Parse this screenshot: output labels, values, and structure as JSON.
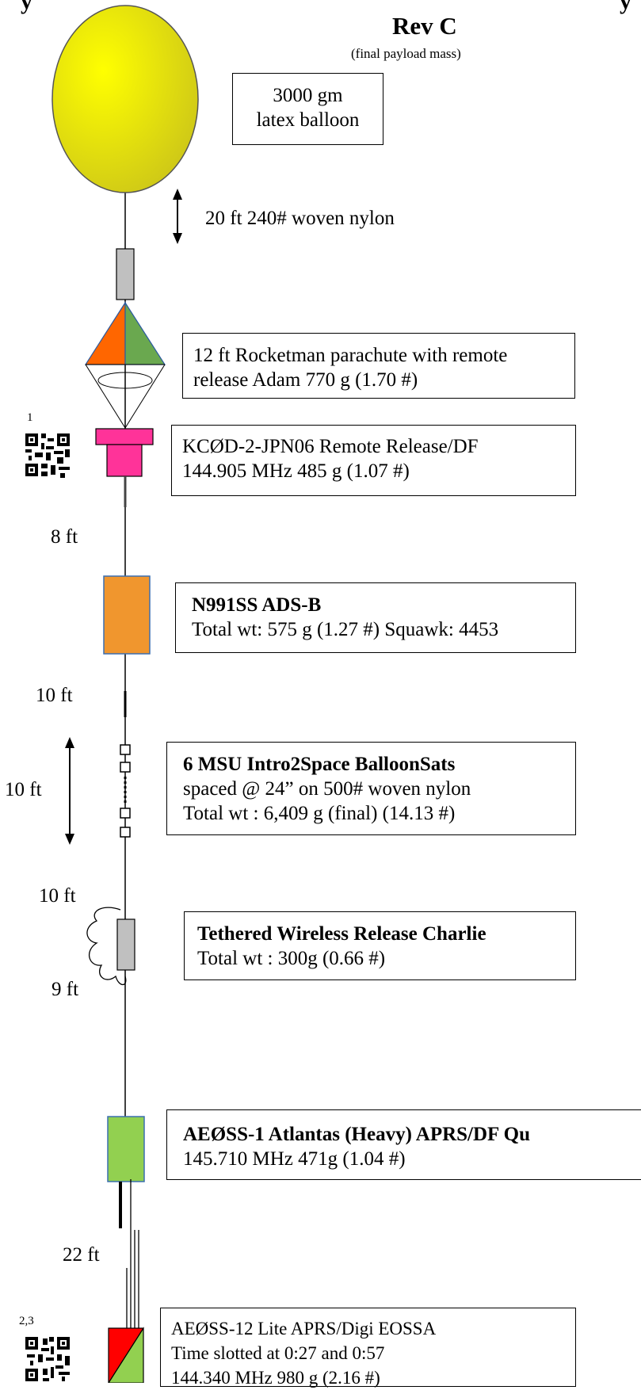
{
  "header": {
    "top_fragment_left": "y",
    "top_fragment_right": "y",
    "rev": "Rev C",
    "rev_note": "(final payload mass)"
  },
  "balloon": {
    "line1": "3000 gm",
    "line2": "latex balloon",
    "color": "#e6e01a"
  },
  "tether_label": "20 ft 240# woven nylon",
  "parachute": {
    "line1": "12 ft Rocketman parachute with remote",
    "line2": "release Adam    770 g (1.70 #)"
  },
  "release_df": {
    "footnote": "1",
    "line1": "KCØD-2-JPN06 Remote Release/DF",
    "line2": "144.905 MHz 485 g (1.07 #)"
  },
  "spacing": {
    "s1": "8 ft",
    "s2": "10 ft",
    "s3": "10 ft",
    "s4": "10 ft",
    "s5": "9 ft",
    "s6": "22 ft"
  },
  "adsb": {
    "title": "N991SS ADS-B",
    "line2": "Total wt:  575 g (1.27 #) Squawk: 4453"
  },
  "balloonsats": {
    "title": "6 MSU Intro2Space BalloonSats",
    "line2": "spaced @ 24” on 500# woven nylon",
    "line3": "Total wt : 6,409 g (final)  (14.13 #)"
  },
  "wireless_release": {
    "title": "Tethered Wireless Release Charlie",
    "line2": "Total wt :  300g (0.66 #)"
  },
  "aeoss1": {
    "title": "AEØSS-1 Atlantas (Heavy) APRS/DF Qu",
    "line2": "145.710 MHz  471g (1.04 #)"
  },
  "aeoss12": {
    "footnote": "2,3",
    "line1": "AEØSS-12 Lite APRS/Digi  EOSSA",
    "line2": "Time slotted at 0:27 and 0:57",
    "line3": "144.340 MHz   980 g (2.16 #)"
  }
}
